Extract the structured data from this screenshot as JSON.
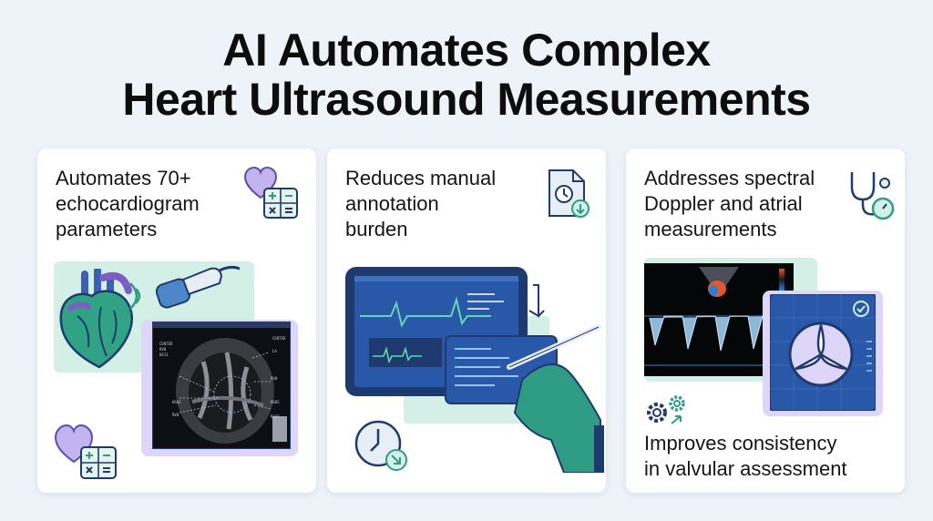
{
  "title": {
    "line1": "AI Automates Complex",
    "line2": "Heart Ultrasound Measurements"
  },
  "cards": [
    {
      "lines": [
        "Automates 70+",
        "echocardiogram",
        "parameters"
      ],
      "icons": [
        "heart-calculator-icon",
        "heart-icon",
        "ultrasound-probe-icon",
        "calculator-icon"
      ],
      "scan_labels": [
        "CENTER",
        "RV0",
        "HS11",
        "LA",
        "HS02",
        "RV0",
        "RV0",
        "RD05",
        "RS03"
      ]
    },
    {
      "lines": [
        "Reduces manual",
        "annotation",
        "burden"
      ],
      "icons": [
        "document-clock-icon",
        "clock-icon",
        "pen-icon",
        "tablet-icon"
      ]
    },
    {
      "lines": [
        "Addresses spectral",
        "Doppler and atrial",
        "measurements"
      ],
      "footer_lines": [
        "Improves consistency",
        "in valvular assessment"
      ],
      "icons": [
        "stethoscope-gauge-icon",
        "gears-icon",
        "check-icon",
        "valve-icon"
      ]
    }
  ],
  "colors": {
    "background": "#eef2f9",
    "card": "#ffffff",
    "accent_green": "#2f9c84",
    "accent_purple": "#a99be0",
    "navy": "#1e3a6e",
    "mint": "#d4efe6"
  }
}
